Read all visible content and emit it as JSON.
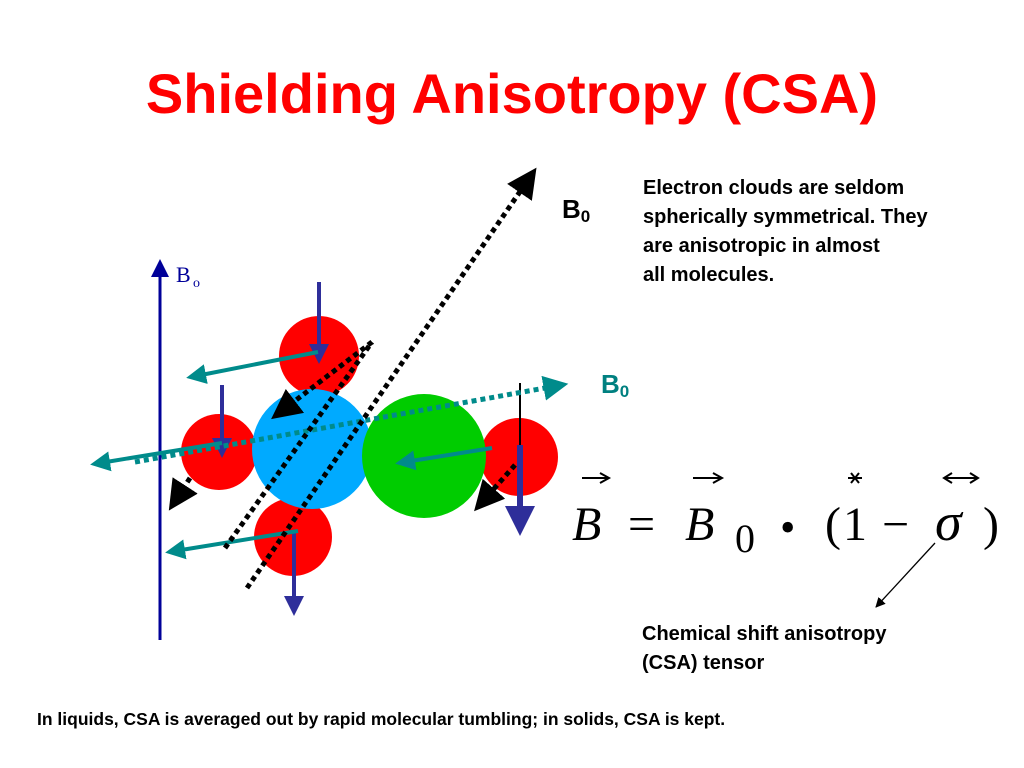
{
  "title": "Shielding Anisotropy (CSA)",
  "description_lines": [
    "Electron clouds are seldom",
    "spherically symmetrical. They",
    "are anisotropic in almost",
    "all molecules."
  ],
  "field_labels": {
    "b0_main": "B",
    "b0_main_sub": "0",
    "b0_tilted": "B",
    "b0_tilted_sub": "0",
    "b0_axis": "B",
    "b0_axis_sub": "o"
  },
  "equation": {
    "lhs": "B",
    "equals": "=",
    "b": "B",
    "b_sub": "0",
    "dot": "•",
    "open_paren": "(",
    "one": "1",
    "minus": "−",
    "sigma": "σ",
    "close_paren": ")"
  },
  "csa_label_lines": [
    "Chemical shift anisotropy",
    "(CSA) tensor"
  ],
  "footer": "In liquids, CSA is averaged out by rapid molecular tumbling; in solids, CSA is kept.",
  "colors": {
    "title": "#ff0000",
    "red_atom": "#ff0000",
    "blue_atom": "#00aaff",
    "green_atom": "#00cc00",
    "teal_arrow": "#008b8b",
    "navy_arrow": "#2e2e9a",
    "axis": "#000099"
  }
}
